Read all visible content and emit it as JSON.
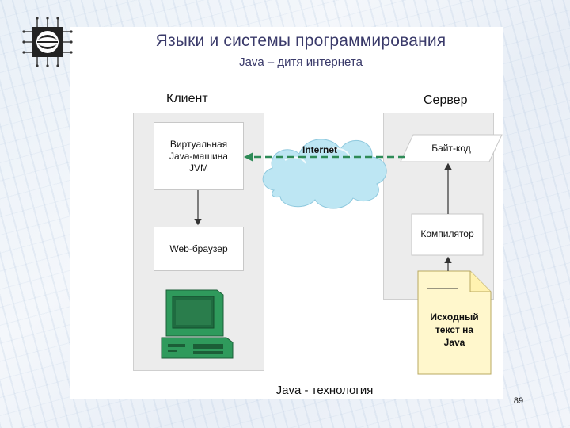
{
  "slide": {
    "title": "Языки и системы программирования",
    "subtitle": "Java – дитя интернета",
    "footer": "Java - технология",
    "page_number": "89"
  },
  "diagram": {
    "client_heading": "Клиент",
    "server_heading": "Сервер",
    "jvm_box": "Виртуальная\nJava-машина\nJVM",
    "browser_box": "Web-браузер",
    "internet_label": "Internet",
    "bytecode_box": "Байт-код",
    "compiler_box": "Компилятор",
    "source_doc": "Исходный\nтекст на\nJava"
  },
  "colors": {
    "title": "#3a3a6a",
    "arrow_dashed": "#2e8b57",
    "cloud": "#bde6f3",
    "computer": "#2f9a5c",
    "source_doc": "#fff7cc"
  },
  "icons": {
    "logo": "chip-logo-icon",
    "computer": "desktop-computer-icon",
    "cloud": "cloud-icon"
  }
}
